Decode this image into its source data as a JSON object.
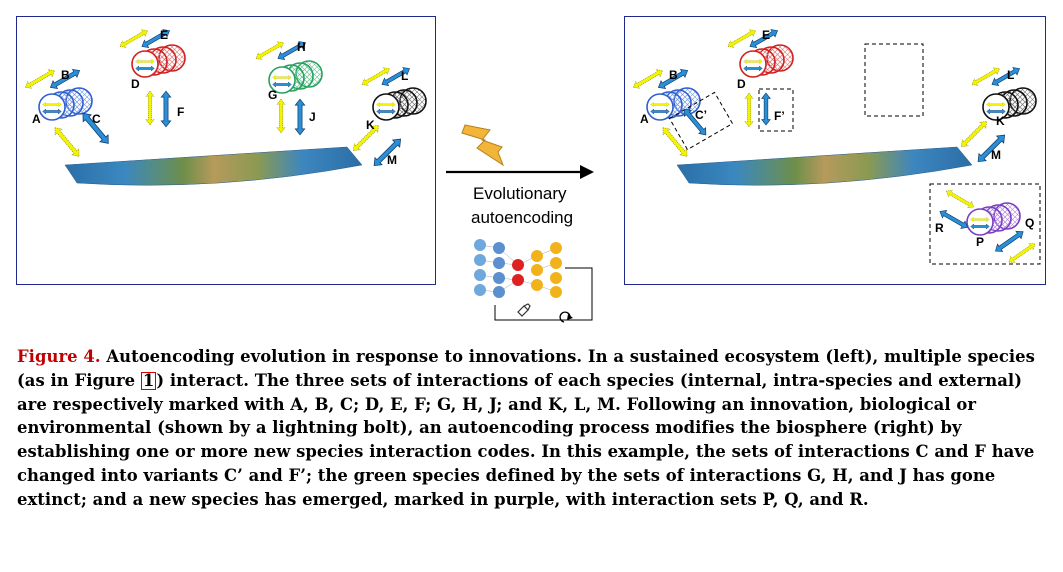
{
  "left_panel": {
    "labels": {
      "A": "A",
      "B": "B",
      "C": "C",
      "D": "D",
      "E": "E",
      "F": "F",
      "G": "G",
      "H": "H",
      "J": "J",
      "K": "K",
      "L": "L",
      "M": "M"
    }
  },
  "right_panel": {
    "labels": {
      "A": "A",
      "B": "B",
      "C": "C’",
      "D": "D",
      "E": "E",
      "F": "F’",
      "K": "K",
      "L": "L",
      "M": "M",
      "P": "P",
      "Q": "Q",
      "R": "R"
    }
  },
  "middle": {
    "line1": "Evolutionary",
    "line2": "autoencoding"
  },
  "caption": {
    "figure_label": "Figure 4.",
    "text_part1": " Autoencoding evolution in response to innovations. In a sustained ecosystem (left), multiple species (as in Figure ",
    "ref": "1",
    "text_part2": ") interact. The three sets of interactions of each species (internal, intra-species and external) are respectively marked with A, B, C; D, E, F; G, H, J; and K, L, M. Following an innovation, biological or environmental (shown by a lightning bolt), an autoencoding process modifies the biosphere (right) by establishing one or more new species interaction codes. In this example, the sets of interactions C and F have changed into variants C’ and F’; the green species defined by the sets of interactions G, H, and J has gone extinct; and a new species has emerged, marked in purple, with interaction sets P, Q, and R."
  },
  "colors": {
    "frame": "#1f2a8a",
    "blue_species": "#2f5fd0",
    "red_species": "#d02020",
    "green_species": "#2aa060",
    "black_species": "#111111",
    "purple_species": "#7a3fc0",
    "arrow_blue": "#2a8fd6",
    "arrow_yellow": "#f0f000",
    "caption_figure": "#c00000"
  }
}
